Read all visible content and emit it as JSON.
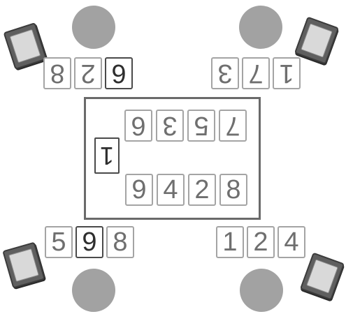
{
  "players": {
    "top_left": {
      "hand": [
        "8",
        "2",
        "6"
      ],
      "highlight": 2
    },
    "top_right": {
      "hand": [
        "3",
        "7",
        "1"
      ],
      "highlight": -1
    },
    "bottom_left": {
      "hand": [
        "5",
        "9",
        "8"
      ],
      "highlight": 1
    },
    "bottom_right": {
      "hand": [
        "1",
        "2",
        "4"
      ],
      "highlight": -1
    }
  },
  "board": {
    "top_row": [
      "6",
      "3",
      "5",
      "7"
    ],
    "bottom_row": [
      "9",
      "4",
      "2",
      "8"
    ],
    "single": "1"
  },
  "deck": {
    "icon": "card-back-icon"
  },
  "colors": {
    "avatar": "#a2a2a2",
    "card_border": "#a4a4a4",
    "card_border_dark": "#4a4a4a",
    "deck": "#5f5f5f"
  }
}
